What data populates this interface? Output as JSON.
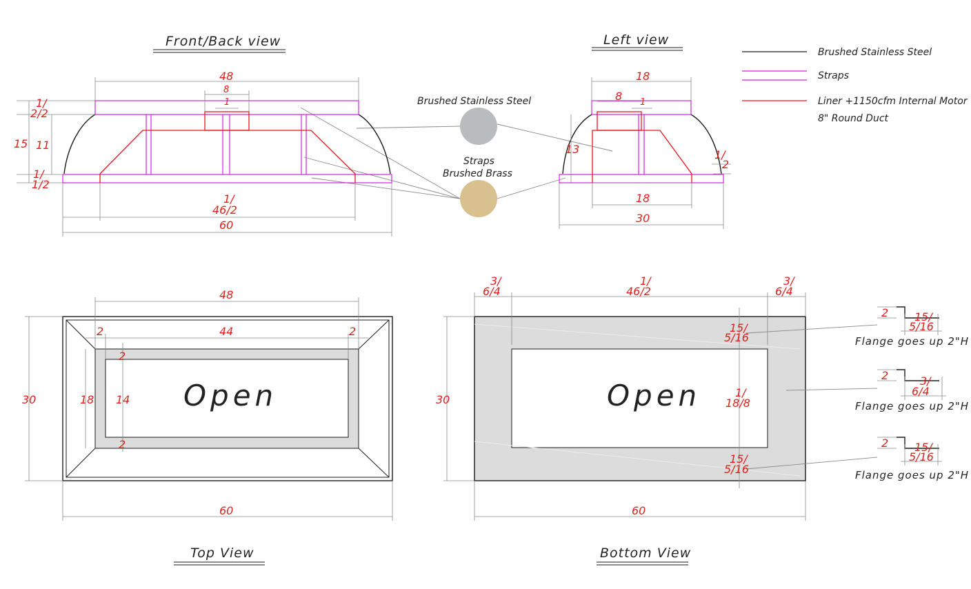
{
  "views": {
    "front_back": "Front/Back view",
    "left": "Left view",
    "top": "Top View",
    "bottom": "Bottom View"
  },
  "legend": {
    "steel": "Brushed Stainless Steel",
    "straps": "Straps",
    "liner": "Liner +1150cfm Internal Motor",
    "duct": "8\" Round Duct"
  },
  "swatches": {
    "steel_label": "Brushed Stainless Steel",
    "straps_label_1": "Straps",
    "straps_label_2": "Brushed Brass",
    "steel_color": "#b9bcbf",
    "brass_color": "#d9c18f"
  },
  "colors": {
    "outline": "#1a1a1a",
    "straps": "#d21fe0",
    "liner": "#e8141c",
    "dimension": "#e0201c",
    "panel_fill": "#dcdcdc"
  },
  "dims": {
    "front": {
      "top_width": "48",
      "collar": "8",
      "collar_inner": "1",
      "top_band_frac": "1/",
      "top_band": "2/2",
      "height": "15",
      "mid": "11",
      "bottom_band_frac": "1/",
      "bottom_band": "1/2",
      "liner_frac": "1/",
      "liner": "46/2",
      "overall": "60"
    },
    "left": {
      "top": "18",
      "collar": "8",
      "collar_inner": "1",
      "height": "13",
      "side_frac": "1/",
      "side": "2",
      "liner": "18",
      "overall": "30"
    },
    "top": {
      "outer": "48",
      "inner": "44",
      "side_left": "2",
      "side_right": "2",
      "depth": "18",
      "inner_depth": "14",
      "top_gap": "2",
      "bottom_gap": "2",
      "height": "30",
      "width": "60",
      "open": "Open"
    },
    "bottom": {
      "left_frac": "3/",
      "left": "6/4",
      "mid_frac": "1/",
      "mid": "46/2",
      "right_frac": "3/",
      "right": "6/4",
      "upper_frac": "15/",
      "upper": "5/16",
      "depth_frac": "1/",
      "depth": "18/8",
      "lower_frac": "15/",
      "lower": "5/16",
      "height": "30",
      "width": "60",
      "open": "Open"
    }
  },
  "flanges": [
    {
      "h": "2",
      "frac": "15/",
      "val": "5/16",
      "label": "Flange goes up 2\"H"
    },
    {
      "h": "2",
      "frac": "3/",
      "val": "6/4",
      "label": "Flange goes up 2\"H"
    },
    {
      "h": "2",
      "frac": "15/",
      "val": "5/16",
      "label": "Flange goes up 2\"H"
    }
  ]
}
